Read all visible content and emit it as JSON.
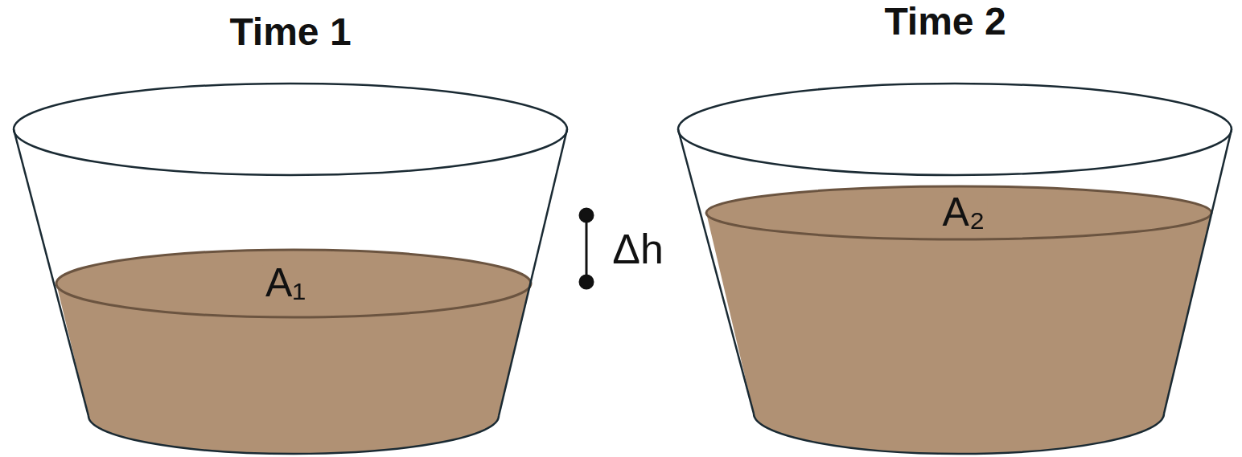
{
  "diagram": {
    "nodes": [
      {
        "text": [
          "Time 1",
          "A₁"
        ]
      },
      {
        "text": [
          "Time 2",
          "A₂"
        ]
      }
    ],
    "labels": [
      "Δh"
    ]
  }
}
